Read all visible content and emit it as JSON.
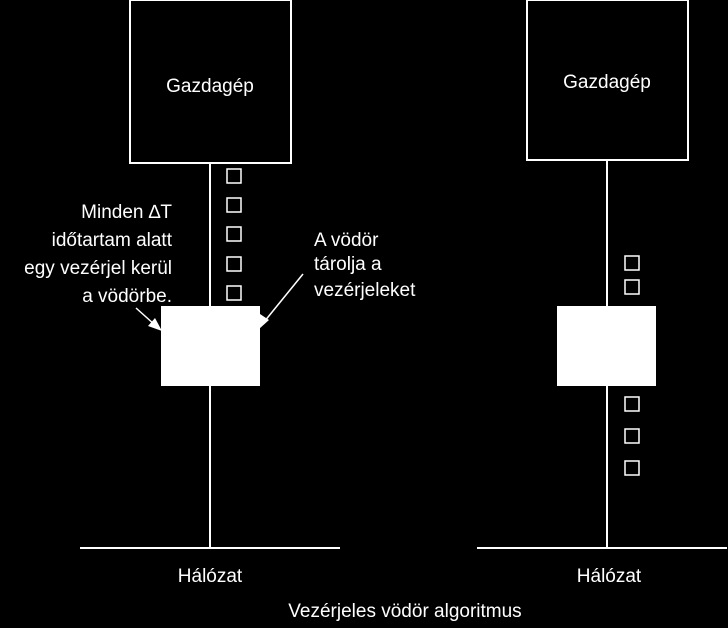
{
  "colors": {
    "background": "#000000",
    "foreground": "#ffffff"
  },
  "left": {
    "host_label": "Gazdagép",
    "network_label": "Hálózat",
    "tokens_above_bucket": 5,
    "annotation_left": [
      "Minden ∆T",
      "időtartam alatt",
      "egy vezérjel kerül",
      "a vödörbe."
    ],
    "annotation_right": [
      "A vödör",
      "tárolja a",
      "vezérjeleket"
    ]
  },
  "right": {
    "host_label": "Gazdagép",
    "network_label": "Hálózat",
    "tokens_above_bucket": 2,
    "tokens_below_bucket": 3
  },
  "caption": "Vezérjeles vödör algoritmus"
}
